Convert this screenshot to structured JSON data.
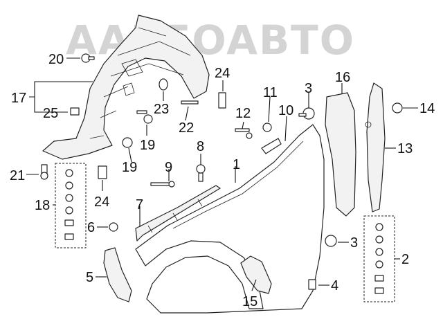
{
  "watermark": "AAKEOABTO",
  "callouts": [
    {
      "id": "c1",
      "text": "1"
    },
    {
      "id": "c2",
      "text": "2"
    },
    {
      "id": "c3a",
      "text": "3"
    },
    {
      "id": "c3b",
      "text": "3"
    },
    {
      "id": "c4",
      "text": "4"
    },
    {
      "id": "c5",
      "text": "5"
    },
    {
      "id": "c6",
      "text": "6"
    },
    {
      "id": "c7",
      "text": "7"
    },
    {
      "id": "c8",
      "text": "8"
    },
    {
      "id": "c9",
      "text": "9"
    },
    {
      "id": "c10",
      "text": "10"
    },
    {
      "id": "c11",
      "text": "11"
    },
    {
      "id": "c12",
      "text": "12"
    },
    {
      "id": "c13",
      "text": "13"
    },
    {
      "id": "c14",
      "text": "14"
    },
    {
      "id": "c15",
      "text": "15"
    },
    {
      "id": "c16",
      "text": "16"
    },
    {
      "id": "c17",
      "text": "17"
    },
    {
      "id": "c18",
      "text": "18"
    },
    {
      "id": "c19a",
      "text": "19"
    },
    {
      "id": "c19b",
      "text": "19"
    },
    {
      "id": "c20",
      "text": "20"
    },
    {
      "id": "c21",
      "text": "21"
    },
    {
      "id": "c22",
      "text": "22"
    },
    {
      "id": "c23",
      "text": "23"
    },
    {
      "id": "c24a",
      "text": "24"
    },
    {
      "id": "c24b",
      "text": "24"
    },
    {
      "id": "c25",
      "text": "25"
    }
  ]
}
